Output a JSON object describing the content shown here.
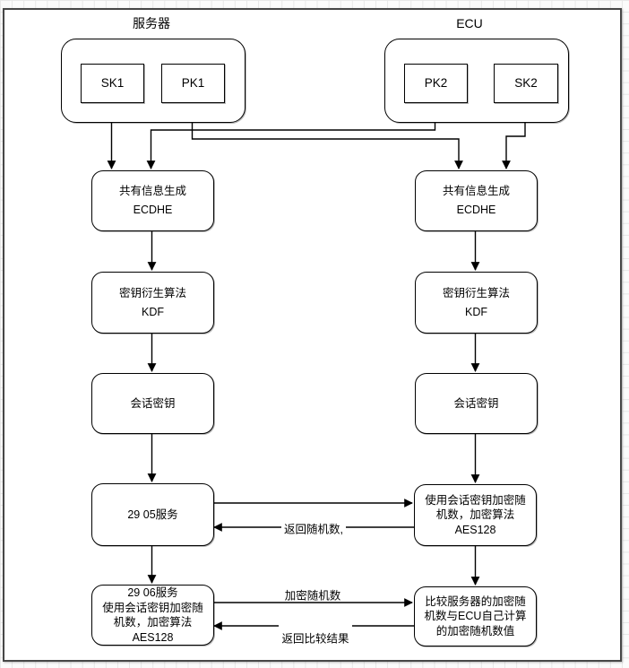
{
  "colors": {
    "stroke": "#000000",
    "page_border": "#474747",
    "grid": "#e7e7e7",
    "page_background": "#ffffff"
  },
  "groups": {
    "server": {
      "label": "服务器"
    },
    "ecu": {
      "label": "ECU"
    }
  },
  "nodes": {
    "sk1": {
      "label": "SK1"
    },
    "pk1": {
      "label": "PK1"
    },
    "pk2": {
      "label": "PK2"
    },
    "sk2": {
      "label": "SK2"
    },
    "ecdhe_left": {
      "lines": [
        "共有信息生成",
        "ECDHE"
      ]
    },
    "ecdhe_right": {
      "lines": [
        "共有信息生成",
        "ECDHE"
      ]
    },
    "kdf_left": {
      "lines": [
        "密钥衍生算法",
        "KDF"
      ]
    },
    "kdf_right": {
      "lines": [
        "密钥衍生算法",
        "KDF"
      ]
    },
    "session_key_left": {
      "lines": [
        "会话密钥"
      ]
    },
    "session_key_right": {
      "lines": [
        "会话密钥"
      ]
    },
    "service_2905": {
      "lines": [
        "29 05服务"
      ]
    },
    "ecu_encrypt": {
      "lines": [
        "使用会话密钥加密随",
        "机数，加密算法",
        "AES128"
      ]
    },
    "service_2906": {
      "lines": [
        "29 06服务",
        "使用会话密钥加密随",
        "机数，加密算法",
        "AES128"
      ]
    },
    "ecu_compare": {
      "lines": [
        "比较服务器的加密随",
        "机数与ECU自己计算",
        "的加密随机数值"
      ]
    }
  },
  "edge_labels": {
    "return_random": "返回随机数,",
    "encrypted_random": "加密随机数",
    "return_compare_result": "返回比较结果"
  }
}
